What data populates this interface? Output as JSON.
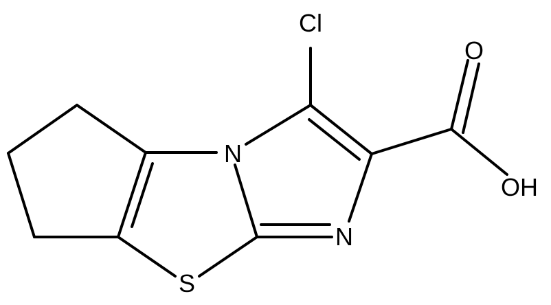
{
  "atoms": {
    "cl": "Cl",
    "o": "O",
    "oh": "OH",
    "n_bridge": "N",
    "n_ring": "N",
    "s": "S"
  }
}
